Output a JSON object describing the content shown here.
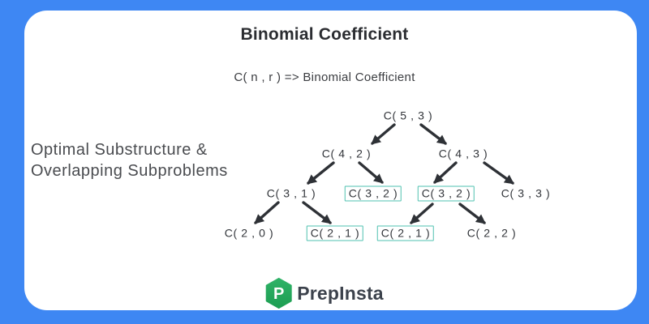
{
  "page": {
    "title": "Binomial Coefficient",
    "subtitle": "C( n , r ) => Binomial Coefficient",
    "side_note_line1": "Optimal Substructure &",
    "side_note_line2": "Overlapping Subproblems"
  },
  "tree": {
    "nodes": [
      {
        "id": "c53",
        "label": "C( 5 , 3 )",
        "boxed": false
      },
      {
        "id": "c42",
        "label": "C( 4 , 2 )",
        "boxed": false
      },
      {
        "id": "c43",
        "label": "C( 4 , 3 )",
        "boxed": false
      },
      {
        "id": "c31",
        "label": "C( 3 , 1 )",
        "boxed": false
      },
      {
        "id": "c32a",
        "label": "C( 3 , 2 )",
        "boxed": true
      },
      {
        "id": "c32b",
        "label": "C( 3 , 2 )",
        "boxed": true
      },
      {
        "id": "c33",
        "label": "C( 3 , 3 )",
        "boxed": false
      },
      {
        "id": "c20",
        "label": "C( 2 , 0 )",
        "boxed": false
      },
      {
        "id": "c21a",
        "label": "C( 2 , 1 )",
        "boxed": true
      },
      {
        "id": "c21b",
        "label": "C( 2 , 1 )",
        "boxed": true
      },
      {
        "id": "c22",
        "label": "C( 2 , 2 )",
        "boxed": false
      }
    ],
    "edges": [
      {
        "from": "c53",
        "to": "c42"
      },
      {
        "from": "c53",
        "to": "c43"
      },
      {
        "from": "c42",
        "to": "c31"
      },
      {
        "from": "c42",
        "to": "c32a"
      },
      {
        "from": "c43",
        "to": "c32b"
      },
      {
        "from": "c43",
        "to": "c33"
      },
      {
        "from": "c31",
        "to": "c20"
      },
      {
        "from": "c31",
        "to": "c21a"
      },
      {
        "from": "c32b",
        "to": "c21b"
      },
      {
        "from": "c32b",
        "to": "c22"
      }
    ]
  },
  "branding": {
    "logo_text": "PrepInsta",
    "logo_letter": "P"
  },
  "colors": {
    "frame_blue": "#3e87f3",
    "card_white": "#ffffff",
    "arrow_dark": "#2e3136",
    "highlight_teal": "#4fc2b0",
    "logo_green": "#27ab5e",
    "logo_green_dark": "#1d9e52"
  }
}
